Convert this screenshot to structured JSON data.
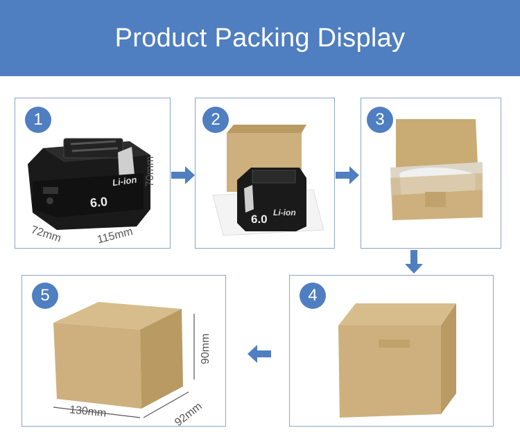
{
  "header": {
    "title": "Product Packing Display"
  },
  "colors": {
    "header_bg": "#4f7ec1",
    "step_badge": "#4f7ec1",
    "arrow": "#4f7ec1",
    "panel_border": "#8aa4c8",
    "cardboard": "#cdb07d"
  },
  "panels": [
    {
      "step": "1",
      "dims": {
        "height": "70mm",
        "depth": "72mm",
        "width": "115mm"
      },
      "battery_capacity": "6.0",
      "battery_type": "Li-ion"
    },
    {
      "step": "2",
      "battery_capacity": "6.0",
      "battery_type": "Li-ion"
    },
    {
      "step": "3"
    },
    {
      "step": "4"
    },
    {
      "step": "5",
      "dims": {
        "height": "90mm",
        "width": "130mm",
        "depth": "92mm"
      }
    }
  ],
  "icons": {
    "arrow_right": "arrow-right-icon",
    "arrow_down": "arrow-down-icon",
    "arrow_left": "arrow-left-icon"
  }
}
